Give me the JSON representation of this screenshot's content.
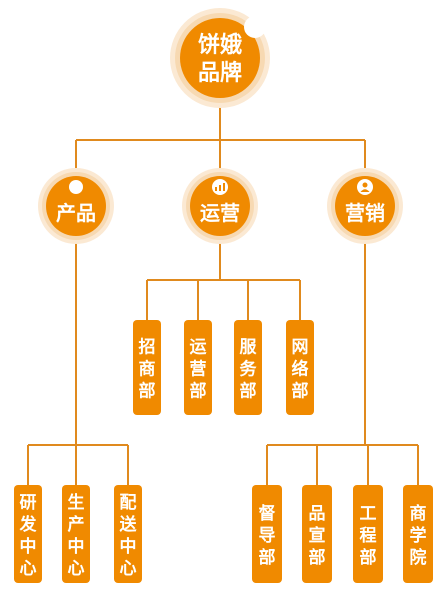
{
  "colors": {
    "orange": "#F08A00",
    "orange_light": "#F5A11E",
    "ring": "#F7D9B2",
    "ring_outer": "#FBE9D3",
    "line": "#E08A1E",
    "bite": "#FFFFFF"
  },
  "root": {
    "line1": "饼娥",
    "line2": "品牌"
  },
  "branches": [
    {
      "label": "产品",
      "icon": "circle-icon"
    },
    {
      "label": "运营",
      "icon": "bar-chart-icon"
    },
    {
      "label": "营销",
      "icon": "user-icon"
    }
  ],
  "operations_units": [
    "招商部",
    "运营部",
    "服务部",
    "网络部"
  ],
  "product_units": [
    "研发中心",
    "生产中心",
    "配送中心"
  ],
  "marketing_units": [
    "督导部",
    "品宣部",
    "工程部",
    "商学院"
  ]
}
